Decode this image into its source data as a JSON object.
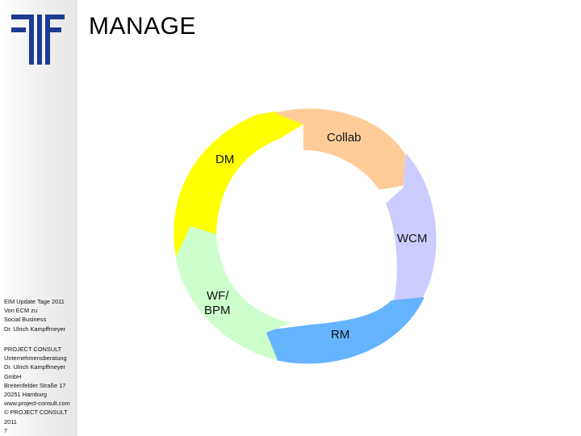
{
  "slide": {
    "title": "MANAGE"
  },
  "sidebar": {
    "event_lines": [
      "EIM Update Tage 2011",
      "Von ECM zu",
      "Social Business",
      "Dr. Ulrich Kampffmeyer"
    ],
    "company_lines": [
      "PROJECT CONSULT",
      "Unternehmensberatung",
      "Dr. Ulrich Kampffmeyer",
      "GmbH",
      "Breitenfelder Straße 17",
      "20251 Hamburg",
      "www.project-consult.com",
      "© PROJECT CONSULT",
      "2011",
      "7"
    ],
    "logo_icon": "project-consult-logo"
  },
  "cycle": {
    "segments": [
      {
        "label": "DM",
        "color": "#ffff00"
      },
      {
        "label": "Collab",
        "color": "#ffcc99"
      },
      {
        "label": "WCM",
        "color": "#ccccff"
      },
      {
        "label": "RM",
        "color": "#66b3ff"
      },
      {
        "label": "WF/",
        "label2": "BPM",
        "color": "#ccffcc"
      }
    ]
  }
}
